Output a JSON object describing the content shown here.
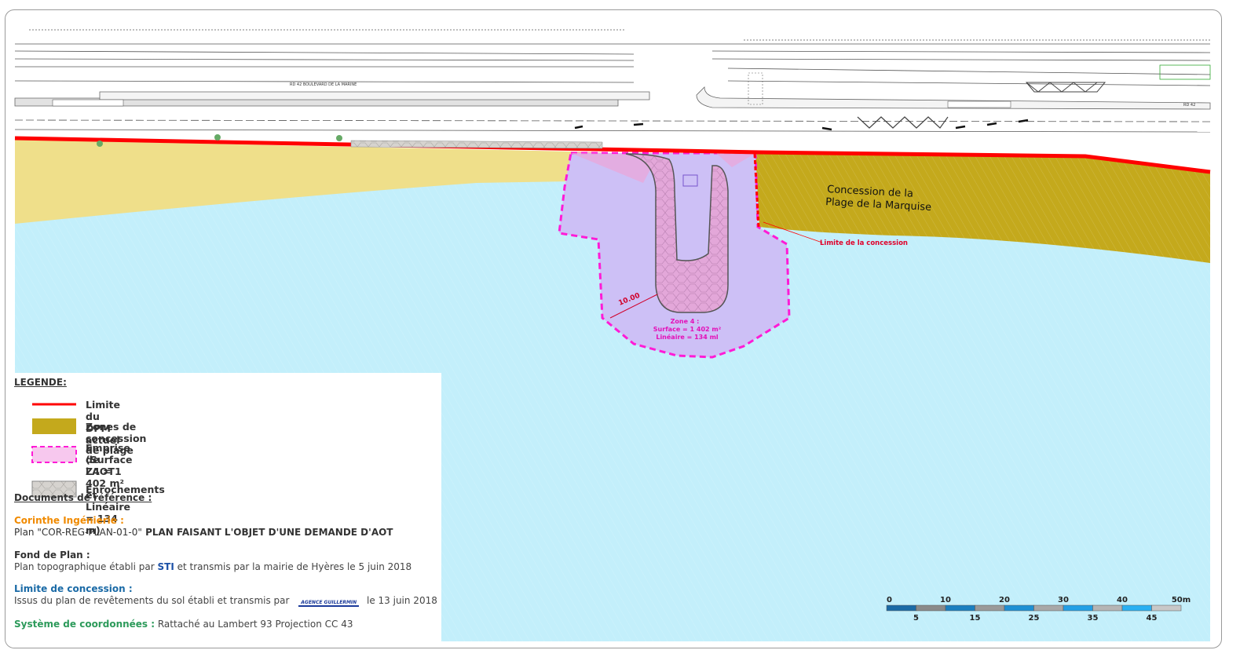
{
  "map": {
    "road_labels": {
      "left": "RD 42    BOULEVARD DE LA MARINE",
      "right": "RD 42"
    },
    "concession_label_line1": "Concession de la",
    "concession_label_line2": "Plage de la Marquise",
    "limit_label": "Limite de la concession",
    "dimension_label": "10.00",
    "zone_label_line1": "Zone 4 :",
    "zone_label_line2": "Surface = 1 402 m²",
    "zone_label_line3": "Linéaire = 134 ml",
    "colors": {
      "sea": "#c3effb",
      "beach": "#efdf8a",
      "concession": "#c4a91c",
      "aot_fill": "#cdc0f6",
      "aot_border": "#ff1bd6",
      "jetty": "#e8a8dc",
      "sand_patch": "#f3b49c",
      "dpm_line": "#ff0000"
    }
  },
  "legend": {
    "title": "LEGENDE:",
    "items": [
      {
        "label": "Limite du DPM actuel",
        "symbol": "red-line"
      },
      {
        "label": "Zones de concession de plage",
        "symbol": "olive-box"
      },
      {
        "label": "Emprise de l'AOT",
        "label2": "(Surface Z4 = 1 402 m² et Linéaire = 134 m)",
        "symbol": "pink-dashed-box"
      },
      {
        "label": "Enrochements",
        "symbol": "rock-box"
      }
    ]
  },
  "documents": {
    "title": "Documents de référence :",
    "corinthe_title": "Corinthe Ingénierie :",
    "plan_prefix": "Plan ",
    "plan_code": "\"COR-REG-PLAN-01-0\"",
    "plan_desc": " PLAN FAISANT L'OBJET D'UNE DEMANDE D'AOT",
    "fond_title": "Fond de Plan :",
    "fond_text_a": "Plan topographique établi par ",
    "fond_sti": "STI",
    "fond_text_b": " et transmis par la mairie de Hyères le 5 juin 2018",
    "limite_title": "Limite de concession :",
    "limite_text_a": "Issus du plan de revêtements du sol établi et transmis par",
    "limite_logo": "AGENCE GUILLERMIN",
    "limite_text_b": "le 13 juin 2018",
    "systeme_title": "Système de coordonnées :",
    "systeme_text": " Rattaché au Lambert 93 Projection CC 43"
  },
  "scale_bar": {
    "top_labels": [
      "0",
      "10",
      "20",
      "30",
      "40",
      "50m"
    ],
    "bottom_labels": [
      "5",
      "15",
      "25",
      "35",
      "45"
    ],
    "segments": 10,
    "unit": "m"
  }
}
